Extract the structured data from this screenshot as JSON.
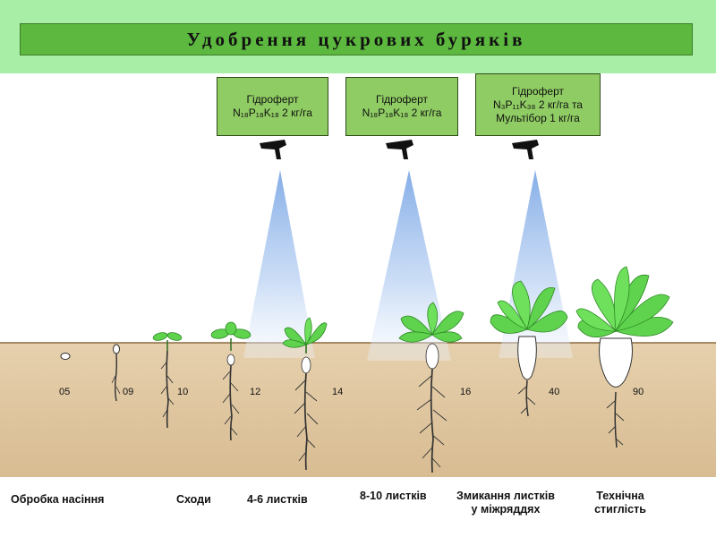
{
  "title": "Удобрення цукрових буряків",
  "fertilizer_boxes": [
    {
      "line1": "Гідроферт",
      "line2": "N₁₈P₁₈K₁₈ 2 кг/га",
      "line3": ""
    },
    {
      "line1": "Гідроферт",
      "line2": "N₁₈P₁₈K₁₈ 2 кг/га",
      "line3": ""
    },
    {
      "line1": "Гідроферт",
      "line2": "N₃P₁₁K₃₈ 2 кг/га та",
      "line3": "Мультібор 1 кг/га"
    }
  ],
  "stage_numbers": [
    "05",
    "09",
    "10",
    "12",
    "14",
    "16",
    "40",
    "90"
  ],
  "stage_labels": [
    {
      "line1": "Обробка насіння",
      "line2": ""
    },
    {
      "line1": "Сходи",
      "line2": ""
    },
    {
      "line1": "4-6 листків",
      "line2": ""
    },
    {
      "line1": "8-10 листків",
      "line2": ""
    },
    {
      "line1": "Змикання листків",
      "line2": "у міжряддях"
    },
    {
      "line1": "Технічна",
      "line2": "стиглість"
    }
  ],
  "colors": {
    "soil": "#dfc6a1",
    "leaf": "#5fd34e",
    "leaf_dark": "#2d8a24",
    "spray": "#a9c8f0",
    "box": "#8fcc63",
    "header_band": "#a8eea6",
    "title_bar": "#5cb83e"
  }
}
